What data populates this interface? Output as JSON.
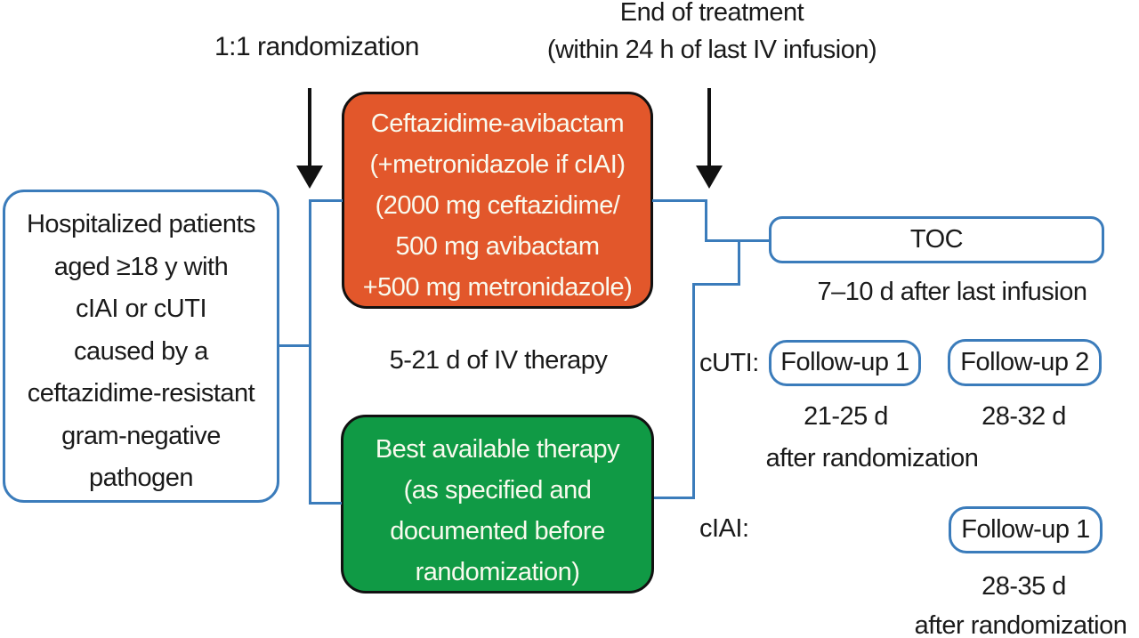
{
  "colors": {
    "accent_blue": "#3B7CBB",
    "arm_orange": "#E2572B",
    "arm_green": "#109A45",
    "border_black": "#111111",
    "text_black": "#1A1A1A",
    "box_text": "#F9FAEE"
  },
  "top_annotations": {
    "randomization": "1:1 randomization",
    "end_of_treatment_line1": "End of treatment",
    "end_of_treatment_line2": "(within 24 h of last IV infusion)"
  },
  "population_box": {
    "lines": [
      "Hospitalized patients",
      "aged ≥18 y with",
      "cIAI or cUTI",
      "caused by a",
      "ceftazidime-resistant",
      "gram-negative",
      "pathogen"
    ]
  },
  "treatment_arms": {
    "ceftazidime_avibactam": {
      "lines": [
        "Ceftazidime-avibactam",
        "(+metronidazole if cIAI)",
        "(2000 mg ceftazidime/",
        "500 mg avibactam",
        "+500 mg metronidazole)"
      ]
    },
    "duration": "5-21 d of IV therapy",
    "best_available_therapy": {
      "lines": [
        "Best available therapy",
        "(as specified and",
        "documented before",
        "randomization)"
      ]
    }
  },
  "assessments": {
    "toc": {
      "label": "TOC",
      "timing": "7–10 d after last infusion"
    },
    "cuti": {
      "label": "cUTI:",
      "followup1": "Follow-up 1",
      "followup2": "Follow-up 2",
      "timing1": "21-25 d",
      "timing2": "28-32 d",
      "note": "after randomization"
    },
    "ciai": {
      "label": "cIAI:",
      "followup1": "Follow-up 1",
      "timing1": "28-35 d",
      "note": "after randomization"
    }
  }
}
